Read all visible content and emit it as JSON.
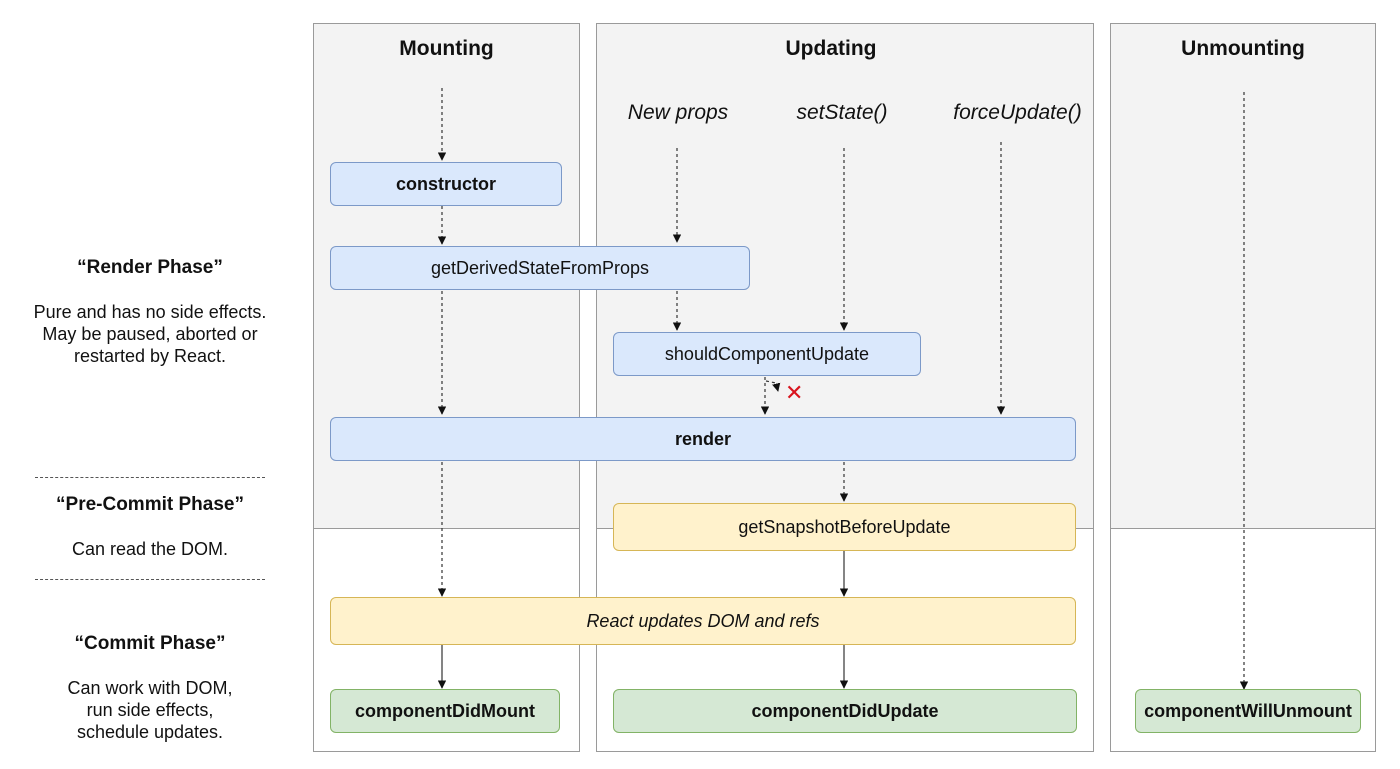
{
  "columns": {
    "mounting": {
      "title": "Mounting"
    },
    "updating": {
      "title": "Updating",
      "triggers": {
        "new_props": "New props",
        "set_state": "setState()",
        "force_update": "forceUpdate()"
      }
    },
    "unmounting": {
      "title": "Unmounting"
    }
  },
  "lifecycle": {
    "constructor": "constructor",
    "get_derived_state_from_props": "getDerivedStateFromProps",
    "should_component_update": "shouldComponentUpdate",
    "render": "render",
    "get_snapshot_before_update": "getSnapshotBeforeUpdate",
    "react_updates_dom": "React updates DOM and refs",
    "component_did_mount": "componentDidMount",
    "component_did_update": "componentDidUpdate",
    "component_will_unmount": "componentWillUnmount"
  },
  "phases": {
    "render": {
      "title": "“Render Phase”",
      "lines": [
        "Pure and has no side effects.",
        "May be paused, aborted or",
        "restarted by React."
      ]
    },
    "pre_commit": {
      "title": "“Pre-Commit Phase”",
      "lines": [
        "Can read the DOM."
      ]
    },
    "commit": {
      "title": "“Commit Phase”",
      "lines": [
        "Can work with DOM,",
        "run side effects,",
        "schedule updates."
      ]
    }
  },
  "colors": {
    "render_phase_fill": "#dae8fc",
    "pre_commit_fill": "#fff2cc",
    "commit_fill": "#d5e8d4",
    "column_background": "#f3f3f3",
    "cancel_mark": "#d9141e"
  },
  "icons": {
    "cancel": "✕"
  }
}
